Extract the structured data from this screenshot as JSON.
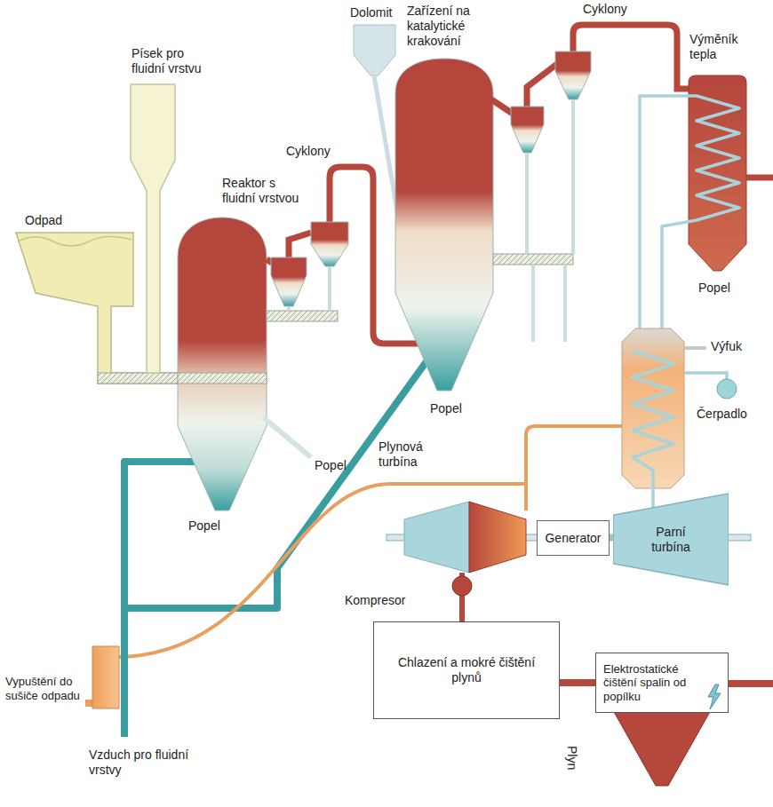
{
  "diagram": {
    "nodes": [
      {
        "text": [
          "Generator"
        ]
      },
      {
        "text": [
          "Parní turbína"
        ]
      },
      {
        "text": [
          "Chlazení a mokré čištění plynů"
        ]
      },
      {
        "text": [
          "Elektrostatické čištění spalin od popílku"
        ]
      }
    ],
    "edges": [
      {
        "from": 0,
        "to": 1,
        "arrow": "none"
      },
      {
        "from": 3,
        "to": 2,
        "arrow": "none"
      }
    ],
    "labels": [
      "Odpad",
      "Písek pro fluidní vrstvu",
      "Reaktor s fluidní vrstvou",
      "Cyklony",
      "Popel",
      "Popel",
      "Dolomit",
      "Zařízení na katalytické krakování",
      "Cyklony",
      "Popel",
      "Výměník tepla",
      "Popel",
      "Výfuk",
      "Čerpadlo",
      "Plynová turbína",
      "Kompresor",
      "Plyn",
      "Vypuštění do sušiče odpadu",
      "Vzduch pro fluidní vrstvy"
    ]
  }
}
